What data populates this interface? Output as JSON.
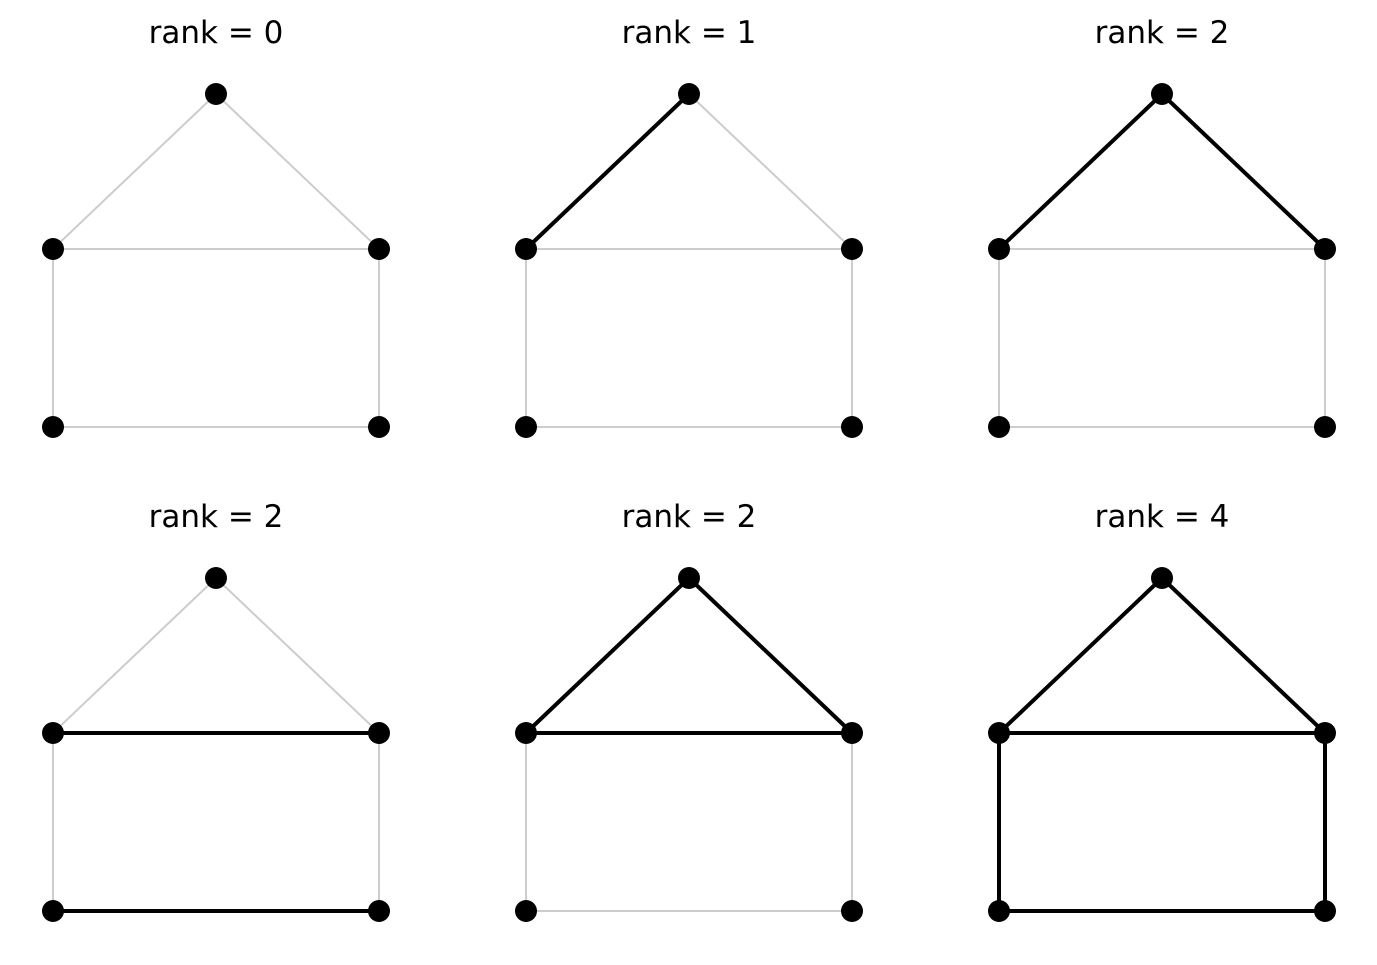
{
  "graph": {
    "nodes": [
      "top",
      "mid_left",
      "mid_right",
      "bottom_left",
      "bottom_right"
    ],
    "edges": [
      [
        "top",
        "mid_left"
      ],
      [
        "top",
        "mid_right"
      ],
      [
        "mid_left",
        "mid_right"
      ],
      [
        "mid_left",
        "bottom_left"
      ],
      [
        "mid_right",
        "bottom_right"
      ],
      [
        "bottom_left",
        "bottom_right"
      ]
    ]
  },
  "style": {
    "highlight_color": "#000000",
    "inactive_color": "#cccccc",
    "node_color": "#000000"
  },
  "panels": [
    {
      "title": "rank = 0",
      "highlighted_edges": []
    },
    {
      "title": "rank = 1",
      "highlighted_edges": [
        0
      ]
    },
    {
      "title": "rank = 2",
      "highlighted_edges": [
        0,
        1
      ]
    },
    {
      "title": "rank = 2",
      "highlighted_edges": [
        2,
        5
      ]
    },
    {
      "title": "rank = 2",
      "highlighted_edges": [
        0,
        1,
        2
      ]
    },
    {
      "title": "rank = 4",
      "highlighted_edges": [
        0,
        1,
        2,
        3,
        4,
        5
      ]
    }
  ]
}
